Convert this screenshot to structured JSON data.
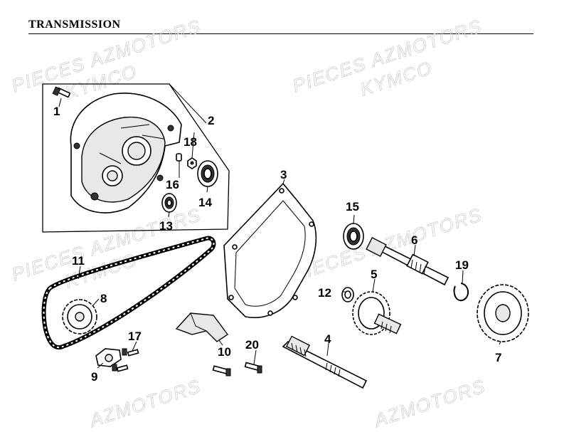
{
  "header": {
    "title": "TRANSMISSION"
  },
  "watermarks": [
    {
      "text": "PIECES AZMOTORS"
    },
    {
      "text": "KYMCO"
    },
    {
      "text": "PIECES AZMOTORS"
    },
    {
      "text": "KYMCO"
    },
    {
      "text": "PIECES AZMOTORS"
    },
    {
      "text": "PIECES AZMOTORS"
    },
    {
      "text": "KYMCO"
    },
    {
      "text": "AZMOTORS"
    },
    {
      "text": "AZMOTORS"
    }
  ],
  "parts": [
    {
      "number": "1"
    },
    {
      "number": "2"
    },
    {
      "number": "3"
    },
    {
      "number": "4"
    },
    {
      "number": "5"
    },
    {
      "number": "6"
    },
    {
      "number": "7"
    },
    {
      "number": "8"
    },
    {
      "number": "9"
    },
    {
      "number": "10"
    },
    {
      "number": "11"
    },
    {
      "number": "12"
    },
    {
      "number": "13"
    },
    {
      "number": "14"
    },
    {
      "number": "15"
    },
    {
      "number": "16"
    },
    {
      "number": "17"
    },
    {
      "number": "18"
    },
    {
      "number": "19"
    },
    {
      "number": "20"
    }
  ]
}
